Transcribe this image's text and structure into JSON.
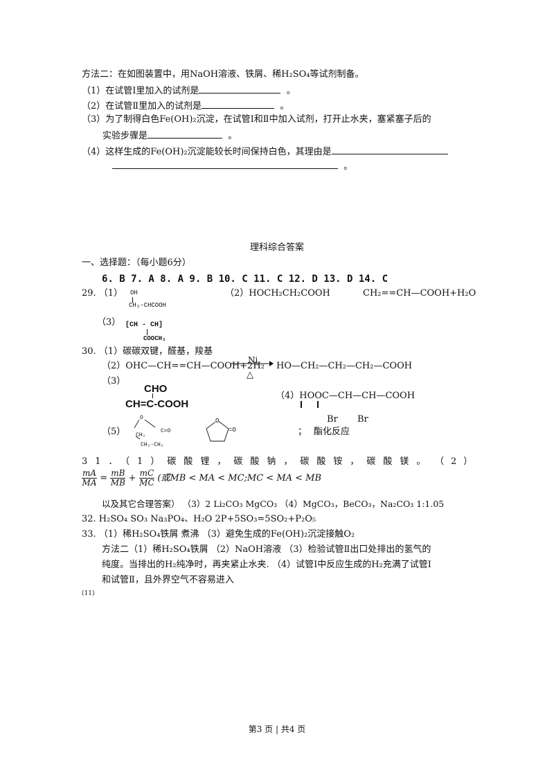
{
  "method2": {
    "intro": "方法二：在如图装置中，用NaOH溶液、铁屑、稀H₂SO₄等试剂制备。",
    "q1": "（1）在试管Ⅰ里加入的试剂是",
    "q2": "（2）在试管Ⅱ里加入的试剂是",
    "q3a": "（3）为了制得白色Fe(OH)₂沉淀，在试管Ⅰ和Ⅱ中加入试剂，打开止水夹，塞紧塞子后的",
    "q3b": "实验步骤是",
    "q4a": "（4）这样生成的Fe(OH)₂沉淀能较长时间保持白色，其理由是",
    "period": "。"
  },
  "answers": {
    "title": "理科综合答案",
    "sec1": "一、选择题：（每小题6分）",
    "mc": "6. B  7. A  8. A  9. B  10. C  11. C  12. D  13. D  14. C",
    "q29": {
      "label": "29. （1）",
      "s1_oh": "OH",
      "s1_chain": "CH₃-CHCOOH",
      "p2": "（2）HOCH₂CH₂COOH",
      "p2b": "CH₂==CH—COOH+H₂O",
      "p3": "（3）",
      "s3_top": "[CH - CH]",
      "s3_bot": "COOCH₃"
    },
    "q30": {
      "p1": "30. （1）碳碳双键，醛基，羧基",
      "p2": "（2）OHC—CH==CH—COOH+2H₂",
      "cat": "Ni",
      "heat": "△",
      "product": "HO—CH₂—CH₂—CH₂—COOH",
      "p3": "（3）",
      "s3_top": "CHO",
      "s3_main": "CH=C-COOH",
      "p4": "（4）HOOC—CH—CH—COOH",
      "br1": "Br",
      "br2": "Br",
      "p5": "（5）",
      "ring_ch2a": "CH₂",
      "ring_co": "C=O",
      "ring_ch2b": "CH₂-CH₂",
      "ring_o": "O",
      "ring2_o": "O",
      "ring2_eq": "=O",
      "semi": "；",
      "reaction": "酯化反应"
    },
    "q31": {
      "line1": "31．（1）碳酸锂，碳酸钠，碳酸铵，碳酸镁。",
      "p2": "（2）",
      "f1n": "mA",
      "f1d": "MA",
      "f2n": "mB",
      "f2d": "MB",
      "f3n": "mC",
      "f3d": "MC",
      "eq": "=",
      "plus": "+",
      "tail": "(或MB < MA < MC;MC < MA < MB",
      "line3": "以及其它合理答案）  （3）2   Li₂CO₃  MgCO₃   （4）MgCO₃，BeCO₃，Na₂CO₃   1:1.05"
    },
    "q32": "32. H₂SO₄         SO₃         Na₃PO₄、H₂O      2P+5SO₃=5SO₂+P₂O₅",
    "q33": {
      "l1": "33. （1）稀H₂SO₄铁屑     煮沸    （3）避免生成的Fe(OH)₂沉淀接触O₂",
      "l2": "方法二（1）稀H₂SO₄铁屑    （2）NaOH溶液    （3）检验试管Ⅱ出口处排出的氢气的",
      "l3": "纯度。当排出的H₂纯净时，再夹紧止水夹.     （4）试管Ⅰ中反应生成的H₂充满了试管Ⅰ",
      "l4": "和试管Ⅱ，且外界空气不容易进入"
    },
    "stray": "(11)"
  },
  "footer": "第3 页  | 共4 页"
}
